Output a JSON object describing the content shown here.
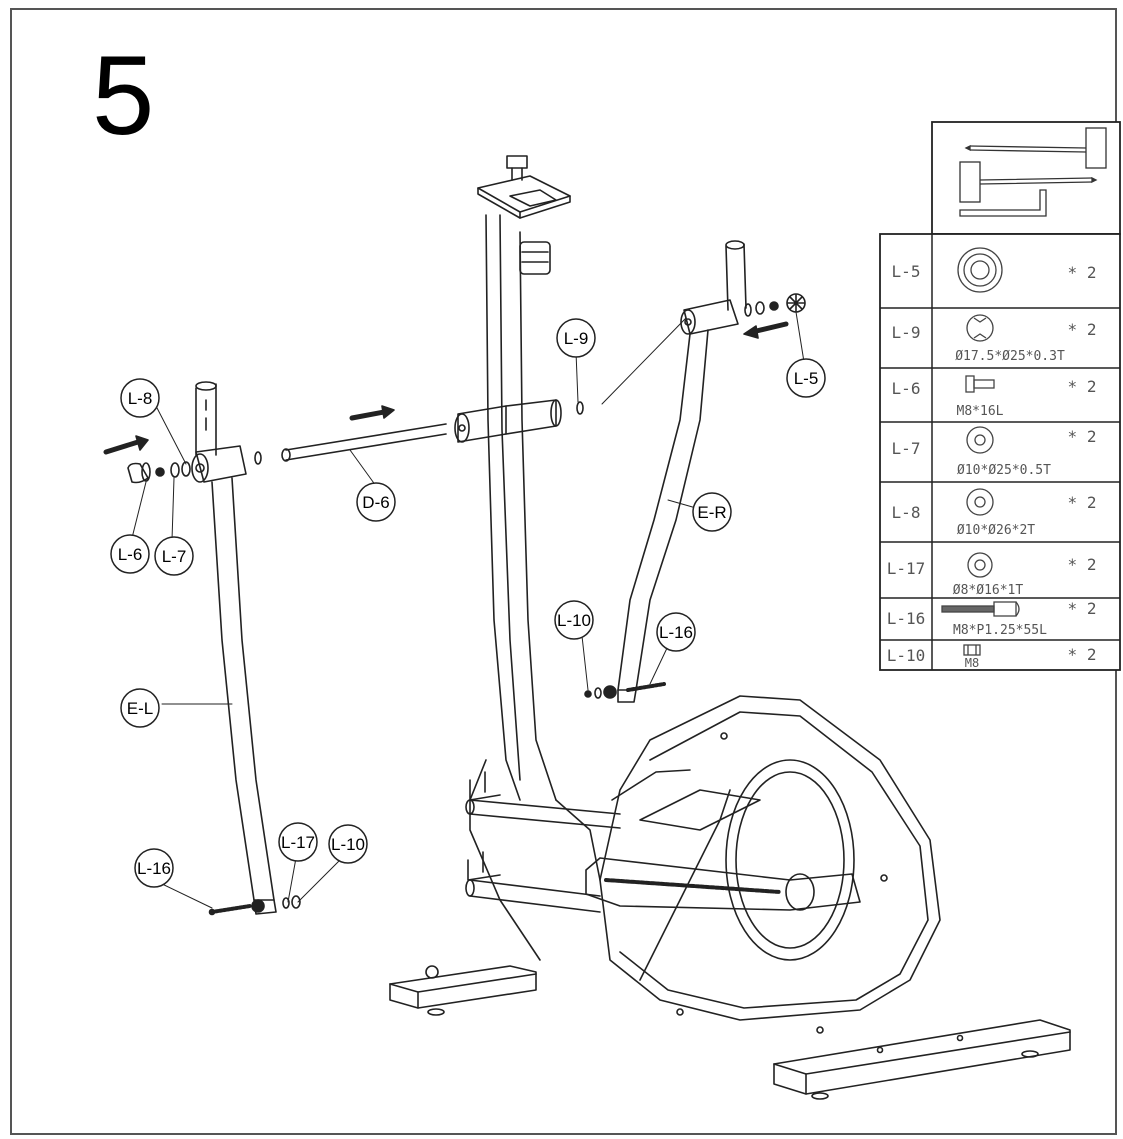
{
  "step_number": "5",
  "callouts": {
    "l8": "L-8",
    "l6": "L-6",
    "l7": "L-7",
    "d6": "D-6",
    "l9": "L-9",
    "l5": "L-5",
    "er": "E-R",
    "el": "E-L",
    "l10_right": "L-10",
    "l16_right": "L-16",
    "l16_left": "L-16",
    "l17": "L-17",
    "l10_left": "L-10"
  },
  "parts_table": {
    "tools_icon": "hammer-and-hex-key-icon",
    "rows": [
      {
        "code": "L-5",
        "spec": "",
        "qty": "* 2",
        "icon": "knob-cap-icon"
      },
      {
        "code": "L-9",
        "spec": "Ø17.5*Ø25*0.3T",
        "qty": "* 2",
        "icon": "wave-washer-icon"
      },
      {
        "code": "L-6",
        "spec": "M8*16L",
        "qty": "* 2",
        "icon": "short-bolt-icon"
      },
      {
        "code": "L-7",
        "spec": "Ø10*Ø25*0.5T",
        "qty": "* 2",
        "icon": "flat-washer-icon"
      },
      {
        "code": "L-8",
        "spec": "Ø10*Ø26*2T",
        "qty": "* 2",
        "icon": "thick-washer-icon"
      },
      {
        "code": "L-17",
        "spec": "Ø8*Ø16*1T",
        "qty": "* 2",
        "icon": "small-washer-icon"
      },
      {
        "code": "L-16",
        "spec": "M8*P1.25*55L",
        "qty": "* 2",
        "icon": "long-bolt-icon"
      },
      {
        "code": "L-10",
        "spec": "M8",
        "qty": "* 2",
        "icon": "nut-icon"
      }
    ]
  }
}
